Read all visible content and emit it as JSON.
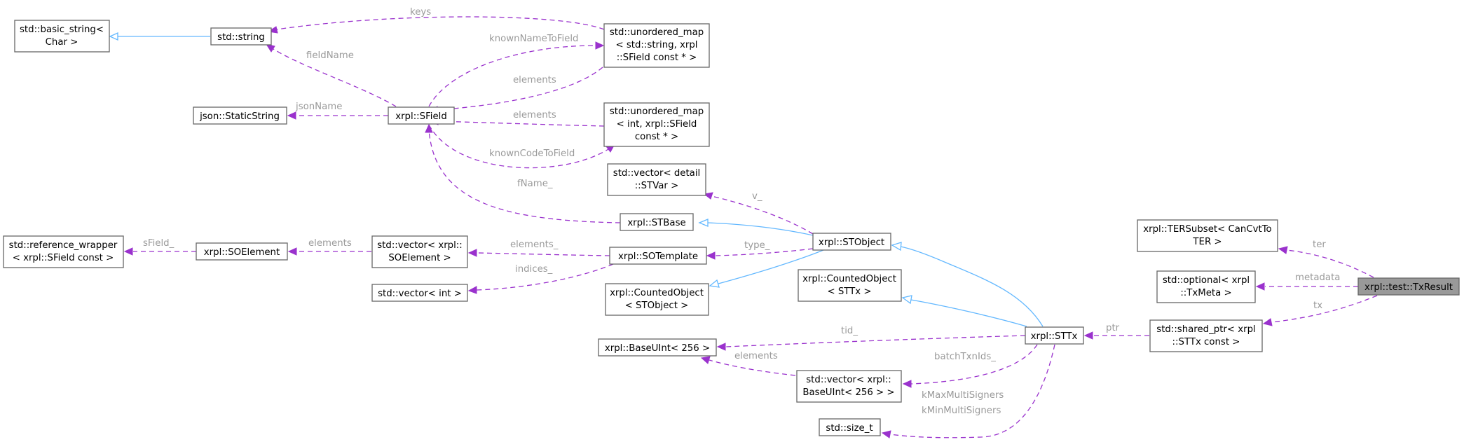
{
  "diagram": {
    "nodes": {
      "basic_string": [
        "std::basic_string<",
        "Char >"
      ],
      "string": [
        "std::string"
      ],
      "umap_string": [
        "std::unordered_map",
        "< std::string, xrpl",
        "::SField const * >"
      ],
      "json_static": [
        "json::StaticString"
      ],
      "sfield": [
        "xrpl::SField"
      ],
      "umap_int": [
        "std::unordered_map",
        "< int, xrpl::SField",
        "const * >"
      ],
      "vec_stvar": [
        "std::vector< detail",
        "::STVar >"
      ],
      "stbase": [
        "xrpl::STBase"
      ],
      "refwrap": [
        "std::reference_wrapper",
        "< xrpl::SField const >"
      ],
      "soelement": [
        "xrpl::SOElement"
      ],
      "vec_soelement": [
        "std::vector< xrpl::",
        "SOElement >"
      ],
      "sotemplate": [
        "xrpl::SOTemplate"
      ],
      "stobject": [
        "xrpl::STObject"
      ],
      "vec_int": [
        "std::vector< int >"
      ],
      "counted_stobject": [
        "xrpl::CountedObject",
        "< STObject >"
      ],
      "counted_sttx": [
        "xrpl::CountedObject",
        "< STTx >"
      ],
      "baseuint": [
        "xrpl::BaseUInt< 256 >"
      ],
      "sttx": [
        "xrpl::STTx"
      ],
      "vec_baseuint": [
        "std::vector< xrpl::",
        "BaseUInt< 256 > >"
      ],
      "size_t": [
        "std::size_t"
      ],
      "tersubset": [
        "xrpl::TERSubset< CanCvtTo",
        "TER >"
      ],
      "optional": [
        "std::optional< xrpl",
        "::TxMeta >"
      ],
      "shared_ptr": [
        "std::shared_ptr< xrpl",
        "::STTx const >"
      ],
      "txresult": [
        "xrpl::test::TxResult"
      ]
    },
    "edge_labels": {
      "keys": "keys",
      "fieldName": "fieldName",
      "knownNameToField": "knownNameToField",
      "elements": "elements",
      "jsonName": "jsonName",
      "knownCodeToField": "knownCodeToField",
      "fName": "fName_",
      "v": "v_",
      "sField": "sField_",
      "elements_": "elements_",
      "type": "type_",
      "indices": "indices_",
      "tid": "tid_",
      "batchTxnIds": "batchTxnIds_",
      "kMaxMultiSigners": "kMaxMultiSigners",
      "kMinMultiSigners": "kMinMultiSigners",
      "ptr": "ptr",
      "ter": "ter",
      "metadata": "metadata",
      "tx": "tx"
    }
  }
}
